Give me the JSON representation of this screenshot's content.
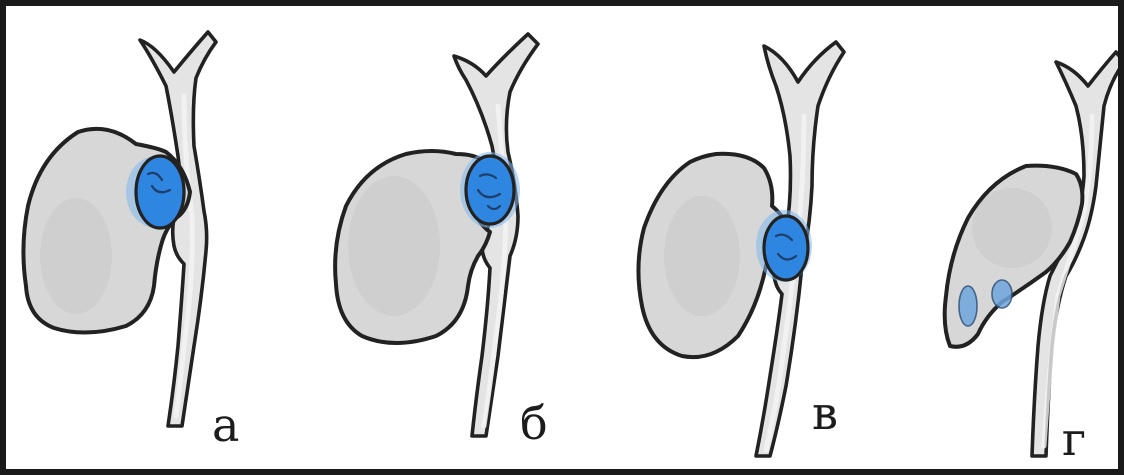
{
  "figure": {
    "panels": [
      {
        "label": "а",
        "stone": "stone-in-gallbladder-neck"
      },
      {
        "label": "б",
        "stone": "stone-in-cystic-duct-origin"
      },
      {
        "label": "в",
        "stone": "stone-in-cystic-duct"
      },
      {
        "label": "г",
        "stone": "small-stones-in-gallbladder-fundus"
      }
    ],
    "colors": {
      "stone": "#2f86e0",
      "gallbladder": "#d7d7d7",
      "duct": "#e4e4e4",
      "outline": "#222222",
      "frame": "#1a1a1a"
    }
  }
}
